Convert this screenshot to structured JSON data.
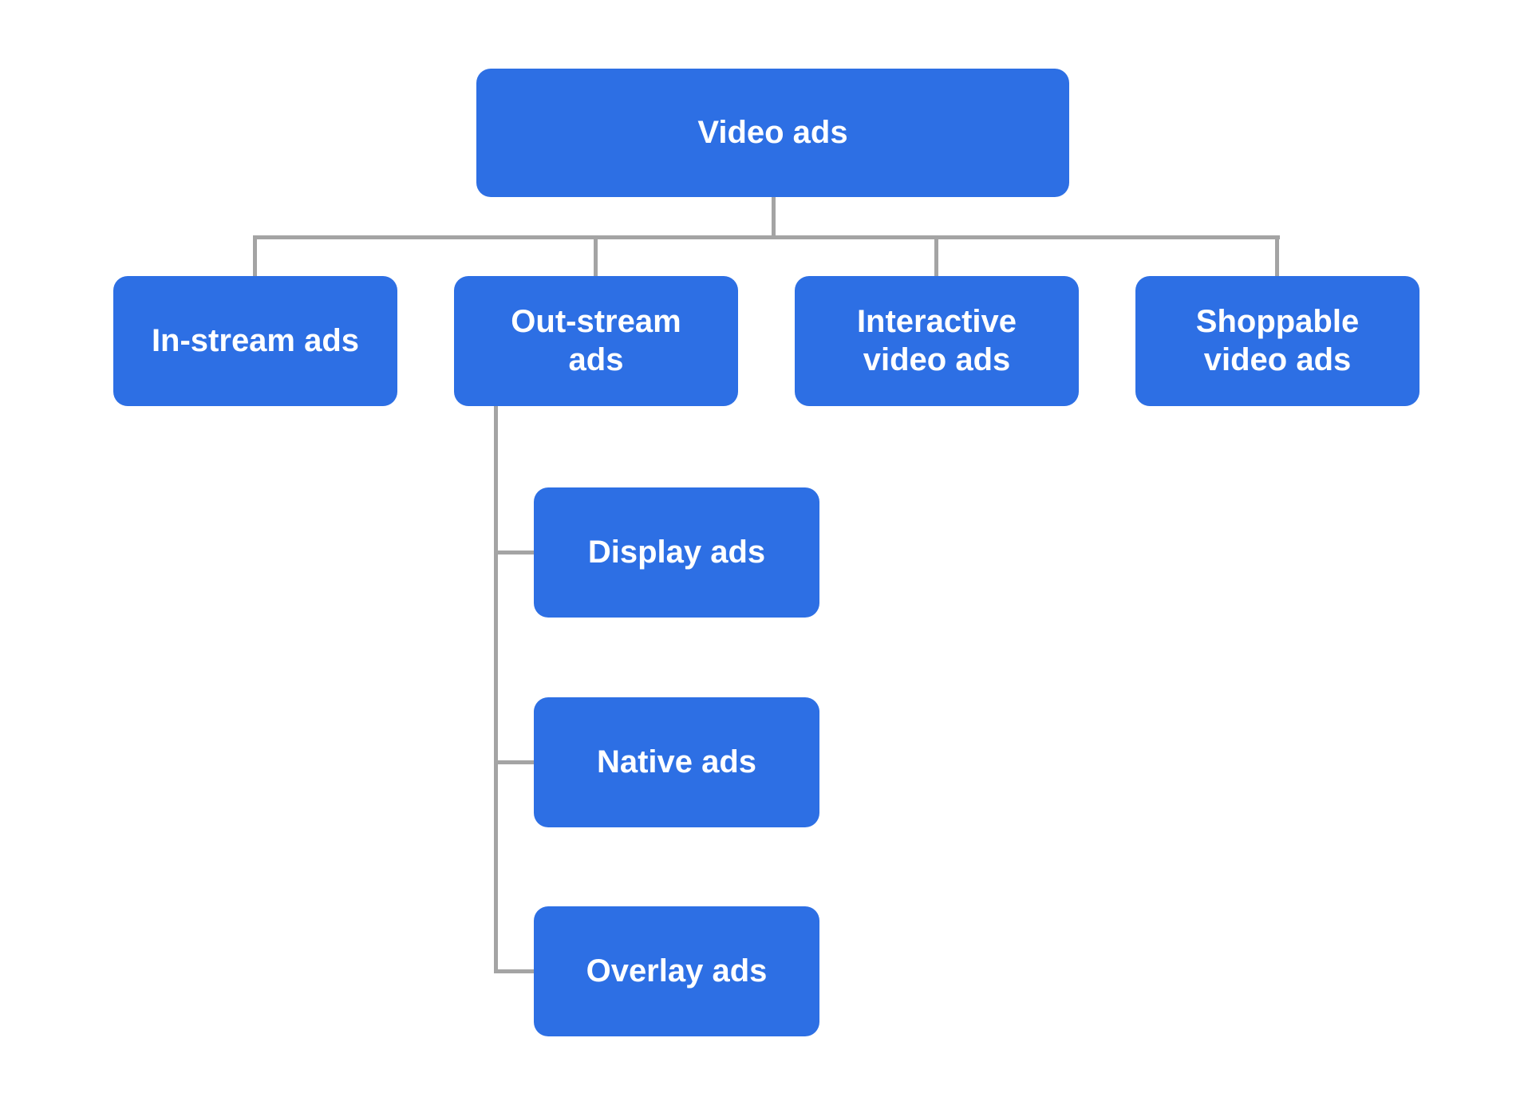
{
  "diagram": {
    "title": "Video ads taxonomy flowchart",
    "tree": {
      "root": {
        "label": "Video ads"
      },
      "children": [
        {
          "label": "In-stream ads"
        },
        {
          "label": "Out-stream\nads"
        },
        {
          "label": "Interactive\nvideo ads"
        },
        {
          "label": "Shoppable\nvideo ads"
        }
      ],
      "out_stream_children": [
        {
          "label": "Display ads"
        },
        {
          "label": "Native ads"
        },
        {
          "label": "Overlay ads"
        }
      ]
    }
  },
  "colors": {
    "node_fill": "#2D6FE4",
    "node_text": "#FFFFFF",
    "connector": "#A4A4A4",
    "background": "#FFFFFF"
  }
}
